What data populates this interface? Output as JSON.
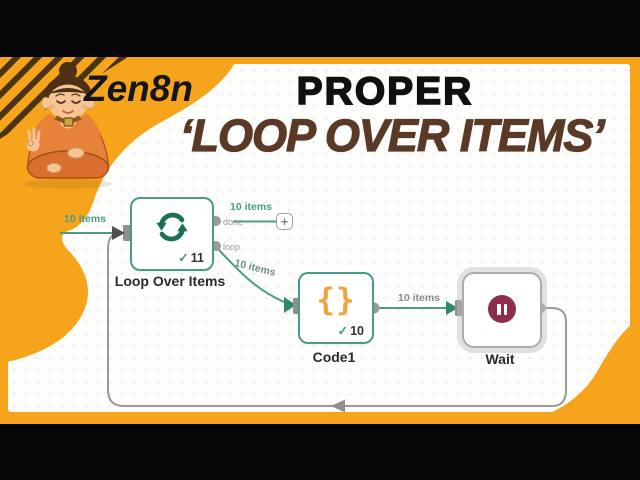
{
  "branding": {
    "channel_name": "Zen8n",
    "title_line1": "PROPER",
    "title_line2": "‘LOOP OVER ITEMS’"
  },
  "colors": {
    "frame_orange": "#F6A41C",
    "title_black": "#101010",
    "title_brown": "#5A3A26",
    "node_border_teal": "#4A9D85",
    "connection_teal": "#4A9D85",
    "loop_icon_teal": "#1A6F58",
    "code_icon_orange": "#F0A33C",
    "wait_icon_maroon": "#8E2E4D",
    "connector_gray": "#9B9B9B",
    "check_green": "#3FA06E"
  },
  "workflow": {
    "nodes": [
      {
        "id": "loop-over-items",
        "label": "Loop Over Items",
        "icon": "loop-refresh-icon",
        "check_glyph": "✓",
        "success_count": "11",
        "output_ports": [
          {
            "name": "done"
          },
          {
            "name": "loop"
          }
        ]
      },
      {
        "id": "code1",
        "label": "Code1",
        "icon": "code-braces-icon",
        "icon_glyph": "{}",
        "check_glyph": "✓",
        "success_count": "10"
      },
      {
        "id": "wait",
        "label": "Wait",
        "icon": "pause-icon",
        "selected": true
      }
    ],
    "connection_labels": {
      "input_to_loop": "10 items",
      "done_output": "10 items",
      "loop_output": "10 items",
      "code_to_wait": "10 items"
    },
    "add_node_button": "+"
  }
}
